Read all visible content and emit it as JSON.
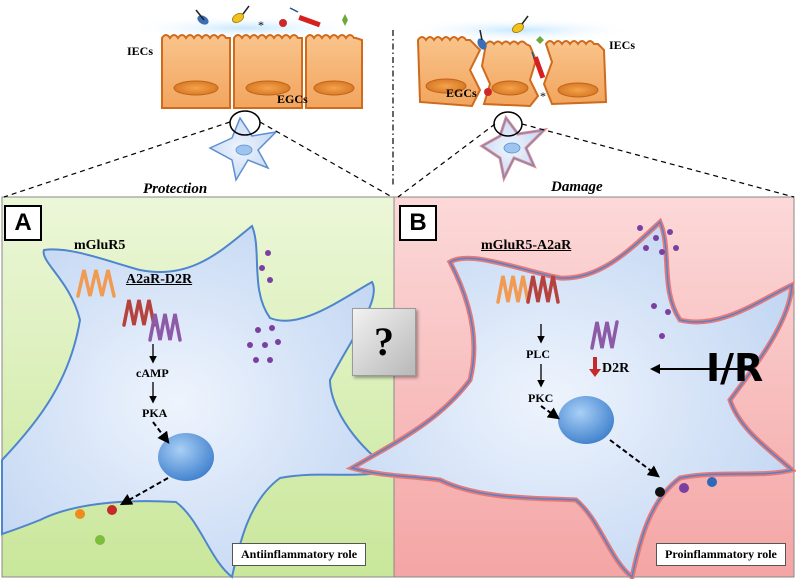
{
  "top": {
    "left_iecs": "IECs",
    "left_egcs": "EGCs",
    "right_iecs": "IECs",
    "right_egcs": "EGCs"
  },
  "titles": {
    "left": "Protection",
    "right": "Damage"
  },
  "panel_a": {
    "letter": "A",
    "receptor1": "mGluR5",
    "receptor2": "A2aR-D2R",
    "step1": "cAMP",
    "step2": "PKA",
    "role": "Antiinflammatory role"
  },
  "panel_b": {
    "letter": "B",
    "receptor1": "mGluR5-A2aR",
    "step1": "PLC",
    "step2": "PKC",
    "receptor2": "D2R",
    "stimulus": "I/R",
    "role": "Proinflammatory role"
  },
  "center": {
    "question": "?"
  },
  "colors": {
    "panel_a_bg": "#d9efb5",
    "panel_b_bg": "#f7b7b7",
    "cell_fill": "#cfe0f7",
    "cell_border": "#5b8fd0",
    "mglur5": "#f09a52",
    "a2ar": "#b5423c",
    "d2r": "#8d5aa8",
    "iec_fill": "#f5b070"
  }
}
